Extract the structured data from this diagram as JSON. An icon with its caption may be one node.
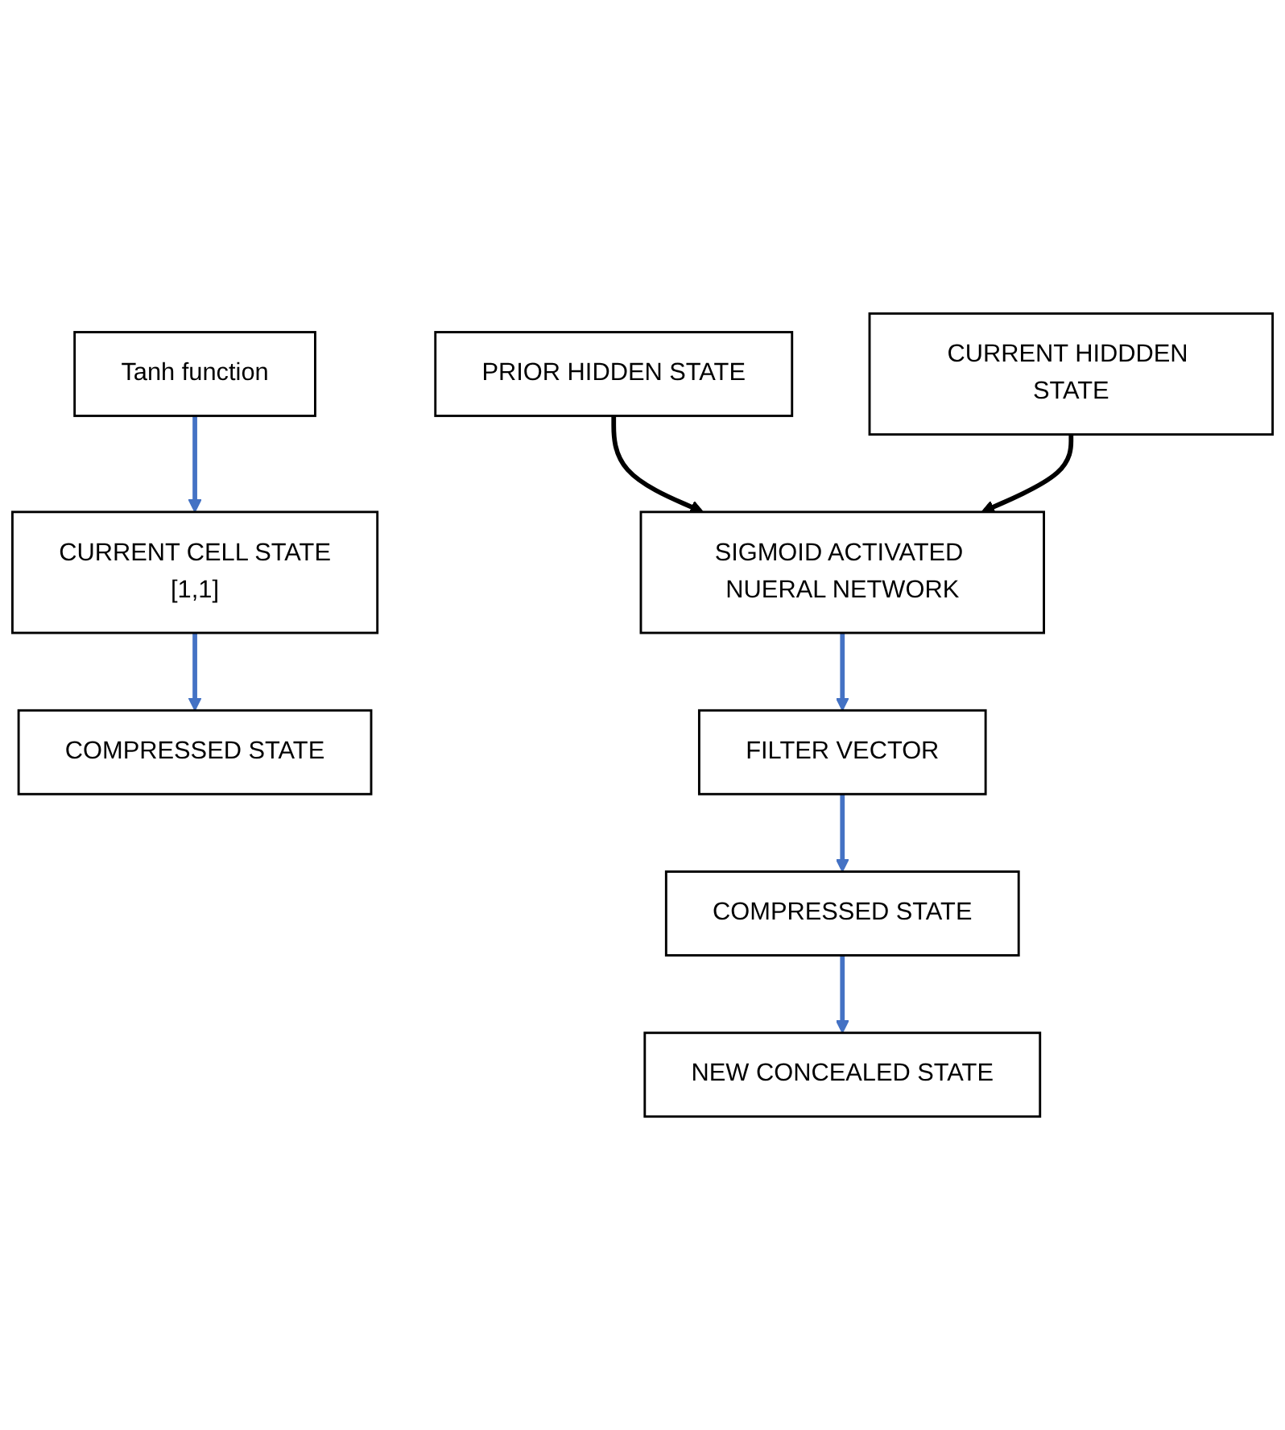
{
  "diagram": {
    "nodes": [
      {
        "text": [
          "Tanh function"
        ]
      },
      {
        "text": [
          "CURRENT CELL STATE",
          "[1,1]"
        ]
      },
      {
        "text": [
          "COMPRESSED STATE"
        ]
      },
      {
        "text": [
          "PRIOR HIDDEN STATE"
        ]
      },
      {
        "text": [
          "CURRENT HIDDDEN STATE"
        ]
      },
      {
        "text": [
          "SIGMOID ACTIVATED NUERAL NETWORK"
        ]
      },
      {
        "text": [
          "FILTER VECTOR"
        ]
      },
      {
        "text": [
          "COMPRESSED STATE"
        ]
      },
      {
        "text": [
          "NEW CONCEALED STATE"
        ]
      }
    ],
    "edges": [
      {
        "from": 0,
        "to": 1,
        "arrow": "to"
      },
      {
        "from": 1,
        "to": 2,
        "arrow": "to"
      },
      {
        "from": 3,
        "to": 5,
        "arrow": "to",
        "color": "#000000"
      },
      {
        "from": 4,
        "to": 5,
        "arrow": "to",
        "color": "#000000"
      },
      {
        "from": 5,
        "to": 6,
        "arrow": "to"
      },
      {
        "from": 6,
        "to": 7,
        "arrow": "to"
      },
      {
        "from": 7,
        "to": 8,
        "arrow": "to"
      }
    ]
  }
}
